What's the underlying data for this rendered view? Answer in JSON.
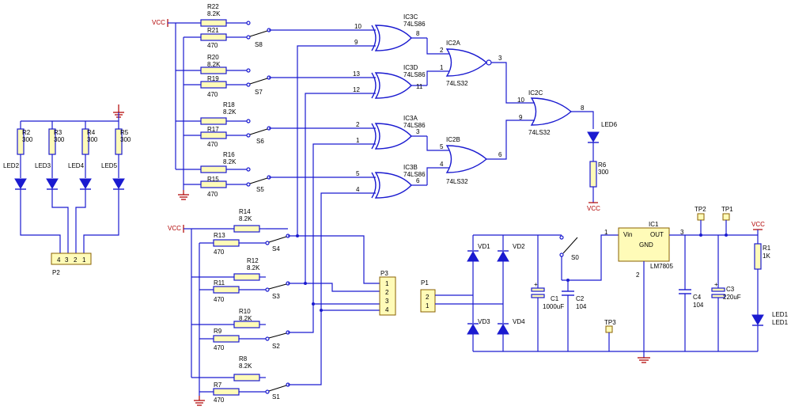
{
  "labels": {
    "vcc": "VCC",
    "gates": {
      "ic3c_name": "IC3C",
      "ic3c_type": "74LS86",
      "ic3c_p1": "10",
      "ic3c_p2": "9",
      "ic3c_out": "8",
      "ic3d_name": "IC3D",
      "ic3d_type": "74LS86",
      "ic3d_p1": "13",
      "ic3d_p2": "12",
      "ic3d_out": "11",
      "ic3a_name": "IC3A",
      "ic3a_type": "74LS86",
      "ic3a_p1": "2",
      "ic3a_p2": "1",
      "ic3a_out": "3",
      "ic3b_name": "IC3B",
      "ic3b_type": "74LS86",
      "ic3b_p1": "5",
      "ic3b_p2": "4",
      "ic3b_out": "6",
      "ic2a_name": "IC2A",
      "ic2a_type": "74LS32",
      "ic2a_p1": "2",
      "ic2a_p2": "1",
      "ic2a_out": "3",
      "ic2b_name": "IC2B",
      "ic2b_type": "74LS32",
      "ic2b_p1": "5",
      "ic2b_p2": "4",
      "ic2b_out": "6",
      "ic2c_name": "IC2C",
      "ic2c_type": "74LS32",
      "ic2c_p1": "10",
      "ic2c_p2": "9",
      "ic2c_out": "8"
    },
    "resistors": {
      "r22": "R22",
      "r22v": "8.2K",
      "r21": "R21",
      "r21v": "470",
      "r20": "R20",
      "r20v": "8.2K",
      "r19": "R19",
      "r19v": "470",
      "r18": "R18",
      "r18v": "8.2K",
      "r17": "R17",
      "r17v": "470",
      "r16": "R16",
      "r16v": "8.2K",
      "r15": "R15",
      "r15v": "470",
      "r14": "R14",
      "r14v": "8.2K",
      "r13": "R13",
      "r13v": "470",
      "r12": "R12",
      "r12v": "8.2K",
      "r11": "R11",
      "r11v": "470",
      "r10": "R10",
      "r10v": "8.2K",
      "r9": "R9",
      "r9v": "470",
      "r8": "R8",
      "r8v": "8.2K",
      "r7": "R7",
      "r7v": "470",
      "r2": "R2",
      "r2v": "300",
      "r3": "R3",
      "r3v": "300",
      "r4": "R4",
      "r4v": "300",
      "r5": "R5",
      "r5v": "300",
      "r6": "R6",
      "r6v": "300",
      "r1": "R1",
      "r1v": "1K"
    },
    "switches": {
      "s8": "S8",
      "s7": "S7",
      "s6": "S6",
      "s5": "S5",
      "s4": "S4",
      "s3": "S3",
      "s2": "S2",
      "s1": "S1",
      "s0": "S0"
    },
    "leds": {
      "led2": "LED2",
      "led3": "LED3",
      "led4": "LED4",
      "led5": "LED5",
      "led6": "LED6",
      "led1a": "LED1",
      "led1b": "LED1"
    },
    "connectors": {
      "p2": "P2",
      "p2_pins": [
        "4",
        "3",
        "2",
        "1"
      ],
      "p3": "P3",
      "p3_pins": [
        "1",
        "2",
        "3",
        "4"
      ],
      "p1": "P1",
      "p1_pins": [
        "2",
        "1"
      ]
    },
    "power": {
      "vd1": "VD1",
      "vd2": "VD2",
      "vd3": "VD3",
      "vd4": "VD4",
      "c1": "C1",
      "c1v": "1000uF",
      "c2": "C2",
      "c2v": "104",
      "c3": "C3",
      "c3v": "220uF",
      "c4": "C4",
      "c4v": "104",
      "ic1": "IC1",
      "ic1_type": "LM7805",
      "ic1_vin": "Vin",
      "ic1_out": "OUT",
      "ic1_gnd": "GND",
      "ic1_p1": "1",
      "ic1_p2": "2",
      "ic1_p3": "3",
      "tp1": "TP1",
      "tp2": "TP2",
      "tp3": "TP3"
    }
  },
  "colors": {
    "wire": "#1a1ad0",
    "power_label": "#b00000",
    "fill": "#fffbb8"
  }
}
